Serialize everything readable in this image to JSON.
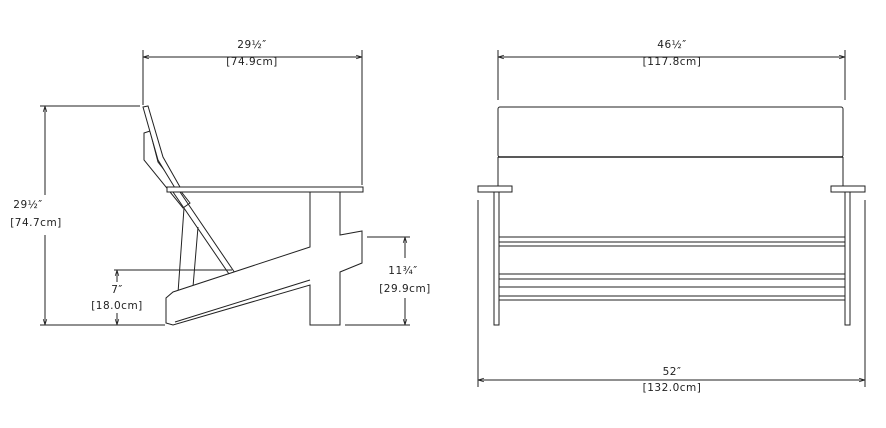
{
  "side_view": {
    "depth": {
      "imperial": "29½″",
      "metric": "[74.9cm]"
    },
    "height": {
      "imperial": "29½″",
      "metric": "[74.7cm]"
    },
    "seat_height": {
      "imperial": "7″",
      "metric": "[18.0cm]"
    },
    "arm_height": {
      "imperial": "11¾″",
      "metric": "[29.9cm]"
    }
  },
  "front_view": {
    "back_width": {
      "imperial": "46½″",
      "metric": "[117.8cm]"
    },
    "overall_width": {
      "imperial": "52″",
      "metric": "[132.0cm]"
    }
  },
  "colors": {
    "line": "#222222",
    "background": "#ffffff"
  }
}
